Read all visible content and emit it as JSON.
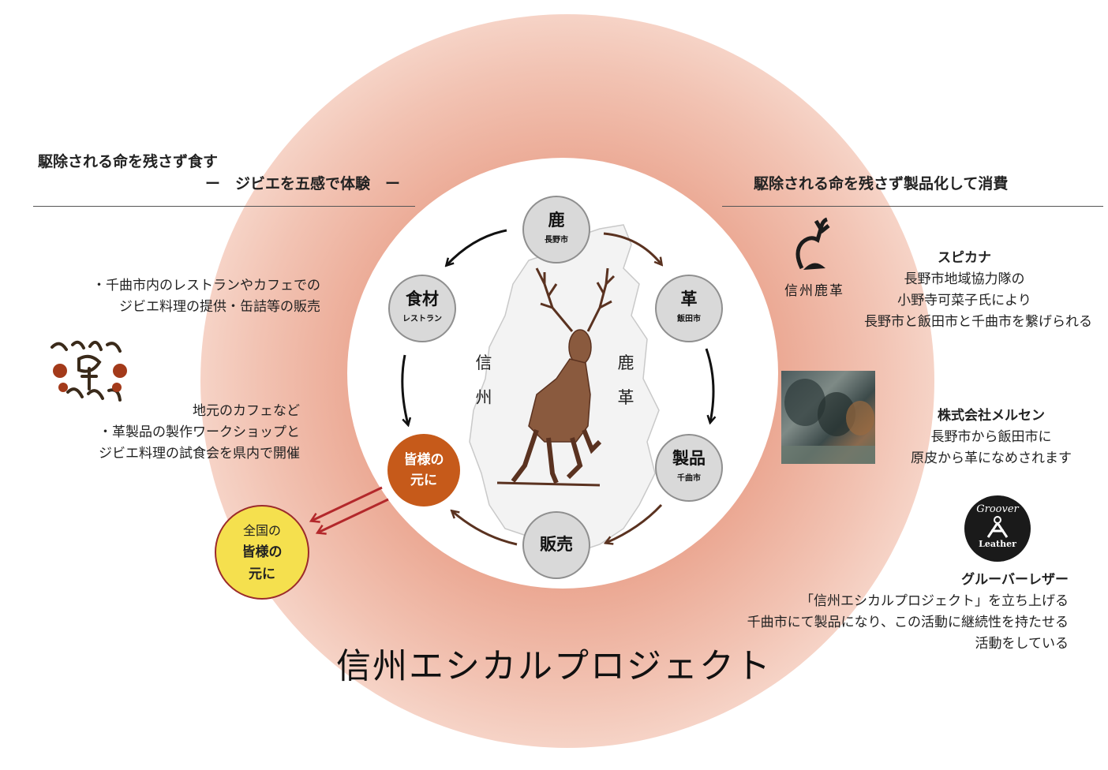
{
  "left": {
    "heading_line1": "駆除される命を残さず食す",
    "heading_line2": "ー　ジビエを五感で体験　ー",
    "item1_line1": "・千曲市内のレストランやカフェでの",
    "item1_line2": "ジビエ料理の提供・缶詰等の販売",
    "item2_line1": "地元のカフェなど",
    "item2_line2": "・革製品の製作ワークショップと",
    "item2_line3": "ジビエ料理の試食会を県内で開催"
  },
  "right": {
    "heading": "駆除される命を残さず製品化して消費",
    "spicana_name": "スピカナ",
    "spicana_line1": "長野市地域協力隊の",
    "spicana_line2": "小野寺可菜子氏により",
    "spicana_line3": "長野市と飯田市と千曲市を繋げられる",
    "spicana_logo_text": "信州鹿革",
    "mersen_name": "株式会社メルセン",
    "mersen_line1": "長野市から飯田市に",
    "mersen_line2": "原皮から革になめされます",
    "groover_name": "グルーバーレザー",
    "groover_line1": "「信州エシカルプロジェクト」を立ち上げる",
    "groover_line2": "千曲市にて製品になり、この活動に継続性を持たせる",
    "groover_line3": "活動をしている",
    "groover_logo_top": "Groover",
    "groover_logo_bottom": "Leather"
  },
  "cycle": {
    "deer": {
      "label": "鹿",
      "sub": "長野市"
    },
    "leather": {
      "label": "革",
      "sub": "飯田市"
    },
    "product": {
      "label": "製品",
      "sub": "千曲市"
    },
    "sales": {
      "label": "販売"
    },
    "food": {
      "label": "食材",
      "sub": "レストラン"
    },
    "mina_line1": "皆様の",
    "mina_line2": "元に"
  },
  "map_text": {
    "left_vertical": [
      "信",
      "州"
    ],
    "right_vertical": [
      "鹿",
      "革"
    ]
  },
  "zenkoku": {
    "line1": "全国の",
    "line2": "皆様の",
    "line3": "元に"
  },
  "title": "信州エシカルプロジェクト",
  "colors": {
    "ring": "#e59a82",
    "mina_circle": "#c65a1a",
    "zenkoku_circle": "#f5e04e",
    "arrow_red": "#b3282b",
    "arrow_brown": "#5a3220",
    "node_gray": "#d9d9d9"
  }
}
